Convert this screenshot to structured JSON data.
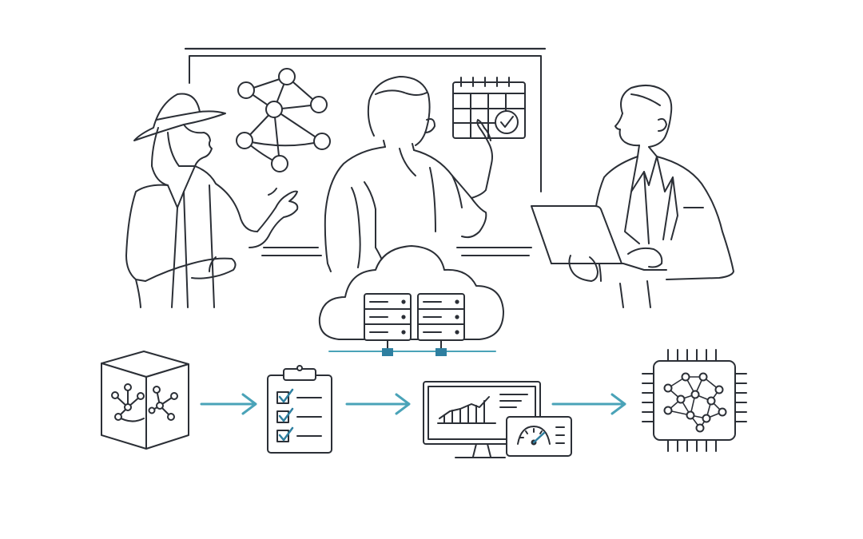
{
  "colors": {
    "ink": "#2b2f36",
    "accent": "#4aa3b8",
    "accent_dark": "#2e7fa0",
    "background": "#ffffff"
  },
  "illustration": {
    "people": [
      "woman-with-hat",
      "man-at-whiteboard",
      "man-with-laptop"
    ],
    "whiteboard_icons": [
      "network-graph-icon",
      "calendar-check-icon"
    ],
    "center_icon": "cloud-server-icon",
    "pipeline": [
      "neural-cube-icon",
      "checklist-clipboard-icon",
      "monitor-dashboard-icon",
      "ai-chip-icon"
    ]
  }
}
